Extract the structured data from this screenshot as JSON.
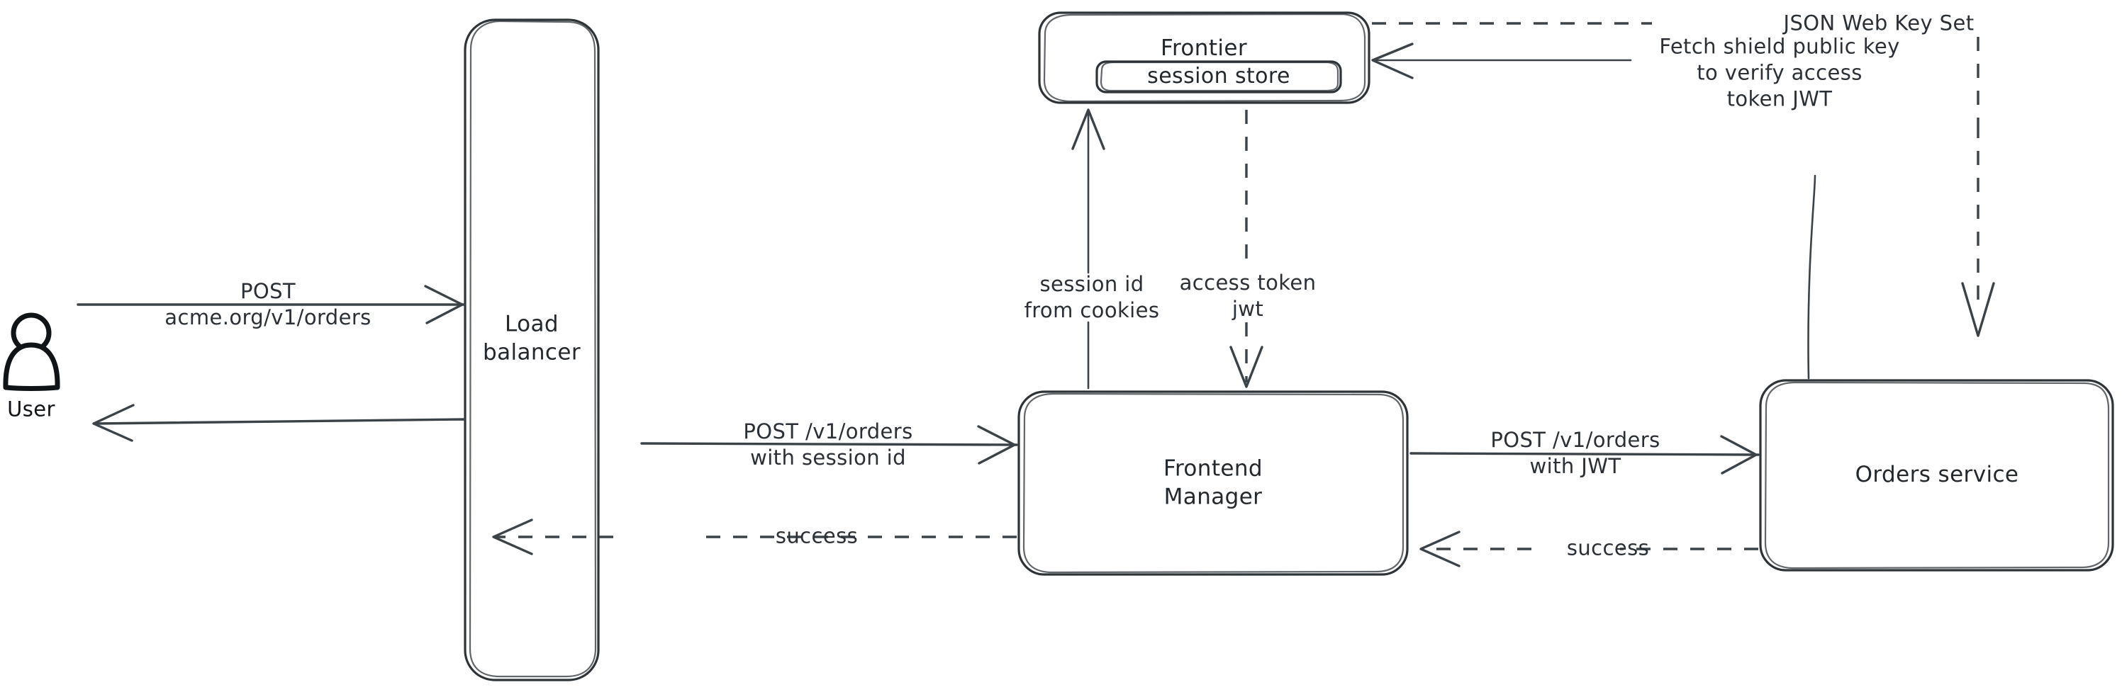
{
  "diagram": {
    "title": "Order request authentication flow",
    "style": "hand-drawn",
    "background_color": "#ffffff",
    "stroke_color": "#2e3338",
    "text_color": "#23282d",
    "actor_hatch_color": "#bcc8d6"
  },
  "actors": {
    "user": {
      "label": "User",
      "icon": "user-actor-icon"
    }
  },
  "nodes": {
    "load_balancer": {
      "label": "Load\nbalancer"
    },
    "frontier": {
      "label": "Frontier",
      "inner": {
        "label": "session store"
      }
    },
    "frontend_manager": {
      "label": "Frontend\nManager"
    },
    "orders_service": {
      "label": "Orders service"
    }
  },
  "edges": {
    "user_to_lb": {
      "label": "POST\nacme.org/v1/orders",
      "style": "solid",
      "direction": "right"
    },
    "lb_to_user": {
      "label": "",
      "style": "solid",
      "direction": "left"
    },
    "lb_to_fm": {
      "label": "POST /v1/orders\nwith session id",
      "style": "solid",
      "direction": "right"
    },
    "fm_to_lb": {
      "label": "success",
      "style": "dashed",
      "direction": "left"
    },
    "fm_to_orders": {
      "label": "POST /v1/orders\nwith JWT",
      "style": "solid",
      "direction": "right"
    },
    "orders_to_fm": {
      "label": "success",
      "style": "dashed",
      "direction": "left"
    },
    "fm_to_frontier": {
      "label": "session id\nfrom cookies",
      "style": "solid",
      "direction": "up"
    },
    "frontier_to_fm": {
      "label": "access token\njwt",
      "style": "dashed",
      "direction": "down"
    },
    "orders_to_frontier": {
      "label": "Fetch shield public key\nto verify access\ntoken JWT",
      "style": "solid",
      "direction": "left"
    },
    "frontier_to_orders": {
      "label": "JSON Web Key Set",
      "style": "dashed",
      "direction": "down"
    }
  }
}
